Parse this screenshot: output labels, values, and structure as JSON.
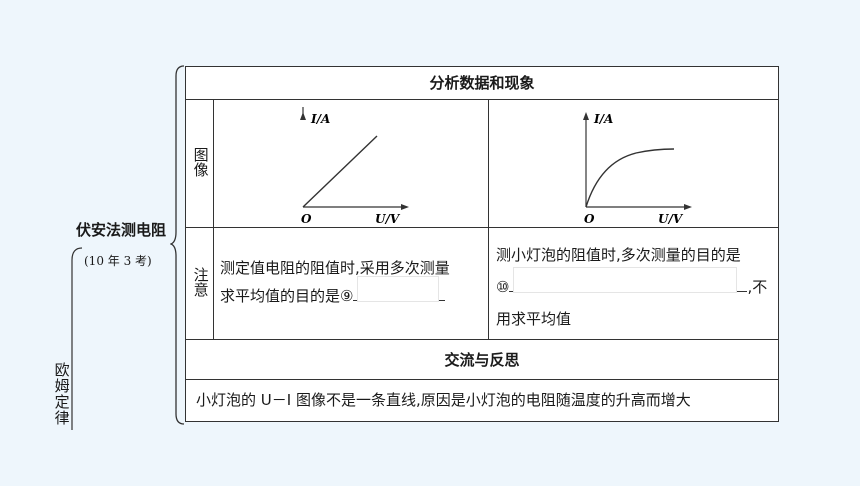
{
  "outline": {
    "main_title": "欧姆定律",
    "branch_title": "伏安法测电阻",
    "branch_note": "(10 年 3 考)"
  },
  "table": {
    "header_analysis": "分析数据和现象",
    "row_label_graph": "图像",
    "row_label_notes": "注意",
    "header_exchange": "交流与反思",
    "graph_left": {
      "y_axis_label": "I/A",
      "x_axis_label": "U/V",
      "origin_label": "O",
      "shape": "straight-line"
    },
    "graph_right": {
      "y_axis_label": "I/A",
      "x_axis_label": "U/V",
      "origin_label": "O",
      "shape": "curve"
    },
    "note_left_line1": "测定值电阻的阻值时,采用多次测量",
    "note_left_line2": "求平均值的目的是⑨",
    "note_right_line1": "测小灯泡的阻值时,多次测量的目的是",
    "note_right_marker": "⑩",
    "note_right_line2_end": ",不",
    "note_right_line3": "用求平均值",
    "reflection": "小灯泡的 U－I 图像不是一条直线,原因是小灯泡的电阻随温度的升高而增大"
  }
}
